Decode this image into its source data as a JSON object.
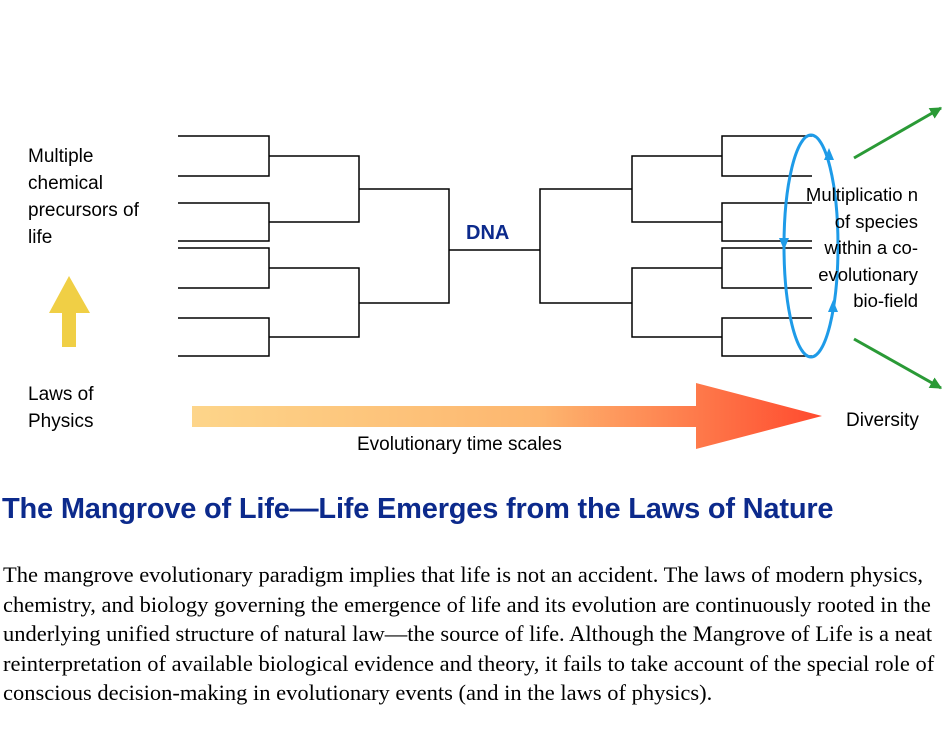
{
  "diagram": {
    "precursors_label": "Multiple chemical precursors of life",
    "physics_label": "Laws of Physics",
    "dna_label": "DNA",
    "multiplication_label": "Multiplicatio n of species within a co-evolutionary bio-field",
    "diversity_label": "Diversity",
    "time_label": "Evolutionary time scales",
    "colors": {
      "tree_lines": "#000000",
      "loop": "#1e9be8",
      "diversity_arrows": "#2a9a36",
      "up_arrow": "#f0cf45",
      "time_arrow_start": "#fdd58a",
      "time_arrow_end": "#ff4a2e",
      "dna_text": "#0c2a8c"
    }
  },
  "heading": "The Mangrove of Life—Life Emerges from the Laws of Nature",
  "body": "The mangrove evolutionary paradigm implies that life is not an accident. The laws of modern physics, chemistry, and biology governing the emergence of life and its evolution are continuously rooted in the underlying unified structure of natural law—the source of life. Although the Mangrove of Life is a neat reinterpretation of available biological evidence and theory, it fails to take account of the special role of conscious decision-making in evolutionary events (and in the laws of physics)."
}
